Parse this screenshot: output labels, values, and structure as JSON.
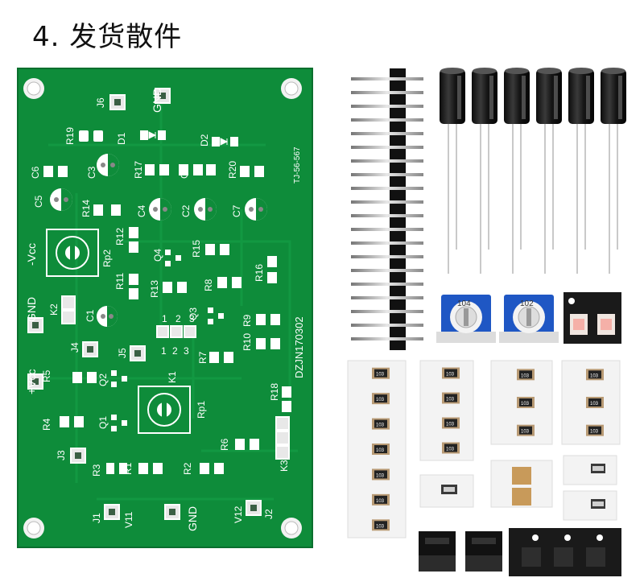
{
  "title": "4. 发货散件",
  "pcb": {
    "board_id": "TJ-56-567",
    "model": "DZJN170302",
    "labels": {
      "j6": "J6",
      "gnd_top": "GND",
      "r19": "R19",
      "d1": "D1",
      "d2": "D2",
      "c6": "C6",
      "c3": "C3",
      "r17": "R17",
      "c8": "C8",
      "r20": "R20",
      "c5": "C5",
      "r14": "R14",
      "c4": "C4",
      "c2": "C2",
      "c7": "C7",
      "vcc_neg": "-Vcc",
      "rp2": "Rp2",
      "r12": "R12",
      "q4": "Q4",
      "r15": "R15",
      "r16": "R16",
      "r11": "R11",
      "r13": "R13",
      "r8": "R8",
      "gnd_left": "GND",
      "k2": "K2",
      "c1": "C1",
      "q3": "Q3",
      "r9": "R9",
      "n3": "3",
      "n2": "2",
      "n1": "1",
      "r10": "R10",
      "j4": "J4",
      "j5": "J5",
      "r7": "R7",
      "vcc_pos": "+Vcc",
      "r5": "R5",
      "q2": "Q2",
      "k1": "K1",
      "rp1": "Rp1",
      "r18": "R18",
      "r4": "R4",
      "q1": "Q1",
      "r6": "R6",
      "j3": "J3",
      "k3": "K3",
      "r3": "R3",
      "r1": "R1",
      "r2": "R2",
      "j1": "J1",
      "v11": "V11",
      "gnd_bot": "GND",
      "v12": "V12",
      "j2": "J2"
    }
  },
  "parts": {
    "trimmer_1": "104",
    "trimmer_2": "102",
    "resistor_code": "103"
  }
}
